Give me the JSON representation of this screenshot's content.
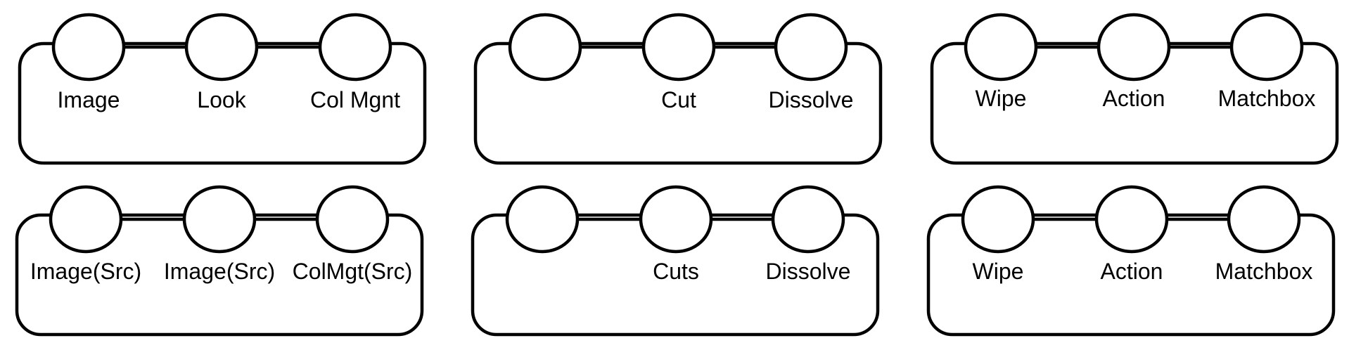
{
  "panels": [
    {
      "id": "top-1",
      "labels": [
        "Image",
        "Look",
        "Col Mgnt"
      ]
    },
    {
      "id": "top-2",
      "labels": [
        "",
        "Cut",
        "Dissolve"
      ]
    },
    {
      "id": "top-3",
      "labels": [
        "Wipe",
        "Action",
        "Matchbox"
      ]
    },
    {
      "id": "bottom-1",
      "labels": [
        "Image(Src)",
        "Image(Src)",
        "ColMgt(Src)"
      ]
    },
    {
      "id": "bottom-2",
      "labels": [
        "",
        "Cuts",
        "Dissolve"
      ]
    },
    {
      "id": "bottom-3",
      "labels": [
        "Wipe",
        "Action",
        "Matchbox"
      ]
    }
  ]
}
